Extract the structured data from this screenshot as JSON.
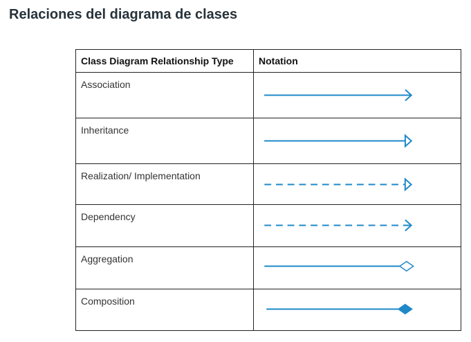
{
  "title": "Relaciones del diagrama de clases",
  "table": {
    "headers": {
      "type": "Class Diagram Relationship Type",
      "notation": "Notation"
    },
    "rows": [
      {
        "type": "Association",
        "notation": "solid-line-open-arrow-icon"
      },
      {
        "type": "Inheritance",
        "notation": "solid-line-hollow-triangle-icon"
      },
      {
        "type": "Realization/ Implementation",
        "notation": "dashed-line-hollow-triangle-icon"
      },
      {
        "type": "Dependency",
        "notation": "dashed-line-open-arrow-icon"
      },
      {
        "type": "Aggregation",
        "notation": "solid-line-hollow-diamond-icon"
      },
      {
        "type": "Composition",
        "notation": "solid-line-filled-diamond-icon"
      }
    ]
  },
  "colors": {
    "notation": "#1e88c8",
    "border": "#222222",
    "title": "#27323a"
  }
}
